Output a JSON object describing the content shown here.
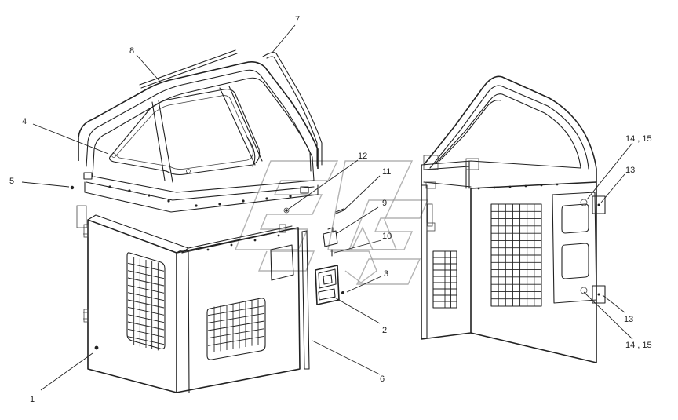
{
  "callouts": {
    "c1": "1",
    "c2": "2",
    "c3": "3",
    "c4": "4",
    "c5": "5",
    "c6": "6",
    "c7": "7",
    "c8": "8",
    "c9": "9",
    "c10": "10",
    "c11": "11",
    "c12": "12",
    "c13a": "13",
    "c13b": "13",
    "c1415a": "14 , 15",
    "c1415b": "14 , 15"
  }
}
